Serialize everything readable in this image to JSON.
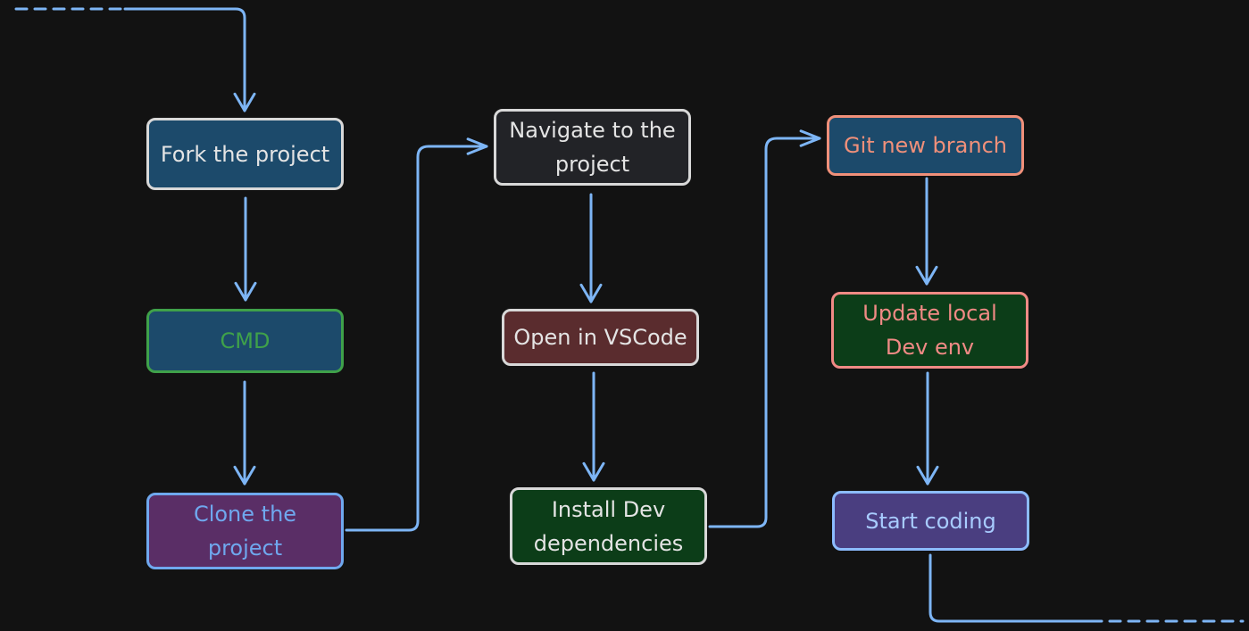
{
  "nodes": [
    {
      "id": "n-fork",
      "name": "fork-project-node",
      "lines": [
        "Fork the project"
      ],
      "fill": "#1c4a6b",
      "border": "#d8d8d8",
      "text": "#e4e4e4"
    },
    {
      "id": "n-cmd",
      "name": "cmd-node",
      "lines": [
        "CMD"
      ],
      "fill": "#1c4a6b",
      "border": "#3fa14a",
      "text": "#3fa14a"
    },
    {
      "id": "n-clone",
      "name": "clone-project-node",
      "lines": [
        "Clone the",
        "project"
      ],
      "fill": "#5a2e66",
      "border": "#6fa8ee",
      "text": "#6fa8ee"
    },
    {
      "id": "n-navigate",
      "name": "navigate-project-node",
      "lines": [
        "Navigate to the",
        "project"
      ],
      "fill": "#222327",
      "border": "#d8d8d8",
      "text": "#e4e4e4"
    },
    {
      "id": "n-vscode",
      "name": "open-vscode-node",
      "lines": [
        "Open in VSCode"
      ],
      "fill": "#5a2c2e",
      "border": "#d8d8d8",
      "text": "#e4e4e4"
    },
    {
      "id": "n-install",
      "name": "install-dev-deps-node",
      "lines": [
        "Install Dev",
        "dependencies"
      ],
      "fill": "#0c3d18",
      "border": "#d8d8d8",
      "text": "#e4e4e4"
    },
    {
      "id": "n-branch",
      "name": "git-new-branch-node",
      "lines": [
        "Git new branch"
      ],
      "fill": "#1c4a6b",
      "border": "#f0907a",
      "text": "#f0907a"
    },
    {
      "id": "n-update",
      "name": "update-local-env-node",
      "lines": [
        "Update local",
        "Dev env"
      ],
      "fill": "#0c3d18",
      "border": "#f08a85",
      "text": "#f08a85"
    },
    {
      "id": "n-start",
      "name": "start-coding-node",
      "lines": [
        "Start coding"
      ],
      "fill": "#4a3e80",
      "border": "#8cbcff",
      "text": "#a8ccff"
    }
  ],
  "edges": [
    {
      "from": "start",
      "to": "n-fork",
      "style": "dashed-in"
    },
    {
      "from": "n-fork",
      "to": "n-cmd"
    },
    {
      "from": "n-cmd",
      "to": "n-clone"
    },
    {
      "from": "n-clone",
      "to": "n-navigate"
    },
    {
      "from": "n-navigate",
      "to": "n-vscode"
    },
    {
      "from": "n-vscode",
      "to": "n-install"
    },
    {
      "from": "n-install",
      "to": "n-branch"
    },
    {
      "from": "n-branch",
      "to": "n-update"
    },
    {
      "from": "n-update",
      "to": "n-start"
    },
    {
      "from": "n-start",
      "to": "end",
      "style": "dashed-out"
    }
  ],
  "colors": {
    "background": "#121212",
    "connector": "#7db5f5"
  }
}
